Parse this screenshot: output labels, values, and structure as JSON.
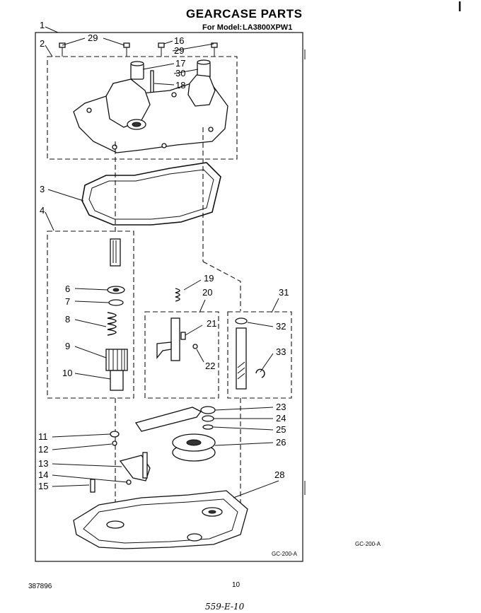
{
  "header": {
    "title": "GEARCASE PARTS",
    "model_prefix": "For Model:",
    "model_number": "LA3800XPW1"
  },
  "callouts": {
    "c1": "1",
    "c2": "2",
    "c3": "3",
    "c4": "4",
    "c6": "6",
    "c7": "7",
    "c8": "8",
    "c9": "9",
    "c10": "10",
    "c11": "11",
    "c12": "12",
    "c13": "13",
    "c14": "14",
    "c15": "15",
    "c16": "16",
    "c17": "17",
    "c18": "18",
    "c19": "19",
    "c20": "20",
    "c21": "21",
    "c22": "22",
    "c23": "23",
    "c24": "24",
    "c25": "25",
    "c26": "26",
    "c28": "28",
    "c29a": "29",
    "c29b": "29",
    "c30": "30",
    "c31": "31",
    "c32": "32",
    "c33": "33"
  },
  "codes": {
    "inner": "GC-200-A",
    "outer": "GC-200-A"
  },
  "footer": {
    "doc_number": "387896",
    "page_number": "10",
    "handwritten": "559-E-10"
  }
}
